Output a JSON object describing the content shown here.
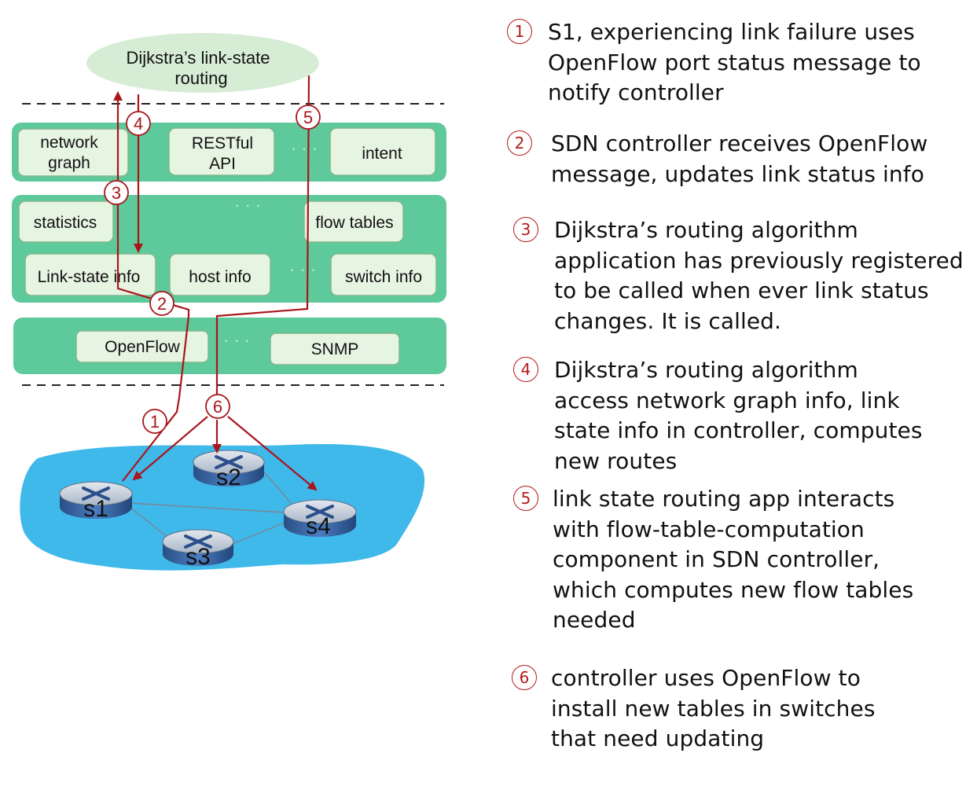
{
  "diagram": {
    "app_label": [
      "Dijkstra’s link-state",
      "routing"
    ],
    "northbound_boxes": [
      [
        "network",
        "graph"
      ],
      [
        "RESTful",
        "API"
      ],
      [
        "intent"
      ]
    ],
    "core_boxes_top": [
      "statistics",
      "flow tables"
    ],
    "core_boxes_bottom": [
      "Link-state info",
      "host info",
      "switch info"
    ],
    "southbound_boxes": [
      "OpenFlow",
      "SNMP"
    ],
    "switches": [
      "s1",
      "s2",
      "s3",
      "s4"
    ],
    "step_markers": [
      "1",
      "2",
      "3",
      "4",
      "5",
      "6"
    ]
  },
  "steps": [
    {
      "num": "1",
      "lines": [
        "S1, experiencing link failure uses",
        "OpenFlow port status message to",
        "notify controller"
      ]
    },
    {
      "num": "2",
      "lines": [
        "SDN controller receives OpenFlow",
        "message, updates link status info"
      ]
    },
    {
      "num": "3",
      "lines": [
        "Dijkstra’s routing algorithm",
        "application has previously registered",
        "to be called when ever link status",
        "changes.  It is called."
      ]
    },
    {
      "num": "4",
      "lines": [
        "Dijkstra’s routing algorithm",
        "access network graph info, link",
        "state info in controller,  computes",
        "new routes"
      ]
    },
    {
      "num": "5",
      "lines": [
        "link state routing app interacts",
        "with flow-table-computation",
        "component in SDN controller,",
        "which computes new flow tables",
        "needed"
      ]
    },
    {
      "num": "6",
      "lines": [
        "controller uses OpenFlow to",
        "install new tables in switches",
        "that need updating"
      ]
    }
  ],
  "colors": {
    "layer_green": "#5ec99a",
    "box_fill": "#dcf0dc",
    "arrow_red": "#a8161c",
    "cloud_blue": "#3fb8ea",
    "router_blue": "#3c6aa8",
    "app_ellipse": "#d6ecd4"
  }
}
